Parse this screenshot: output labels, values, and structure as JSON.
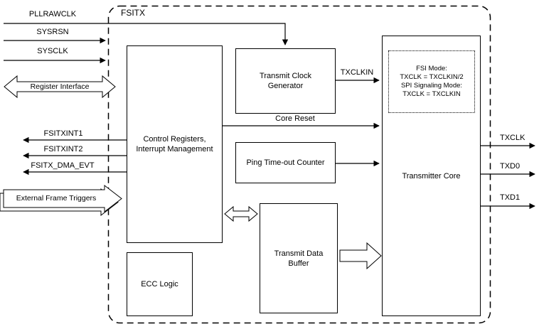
{
  "diagram": {
    "title": "FSITX",
    "colors": {
      "line": "#000000",
      "background": "#ffffff"
    },
    "blocks": {
      "control_registers": [
        "Control Registers,",
        "Interrupt Management"
      ],
      "transmit_clock_generator": [
        "Transmit Clock",
        "Generator"
      ],
      "ping_timeout_counter": "Ping Time-out Counter",
      "transmit_data_buffer": [
        "Transmit Data",
        "Buffer"
      ],
      "ecc_logic": "ECC Logic",
      "transmitter_core": "Transmitter Core",
      "mode_note": [
        "FSI Mode:",
        "TXCLK = TXCLKIN/2",
        "SPI Signaling Mode:",
        "TXCLK = TXCLKIN"
      ]
    },
    "signals": {
      "pllrawclk": "PLLRAWCLK",
      "sysrsn": "SYSRSN",
      "sysclk": "SYSCLK",
      "register_interface": "Register Interface",
      "fsitxint1": "FSITXINT1",
      "fsitxint2": "FSITXINT2",
      "fsitx_dma_evt": "FSITX_DMA_EVT",
      "external_frame_triggers": "External Frame Triggers",
      "txclkin": "TXCLKIN",
      "core_reset": "Core Reset",
      "txclk": "TXCLK",
      "txd0": "TXD0",
      "txd1": "TXD1"
    }
  }
}
